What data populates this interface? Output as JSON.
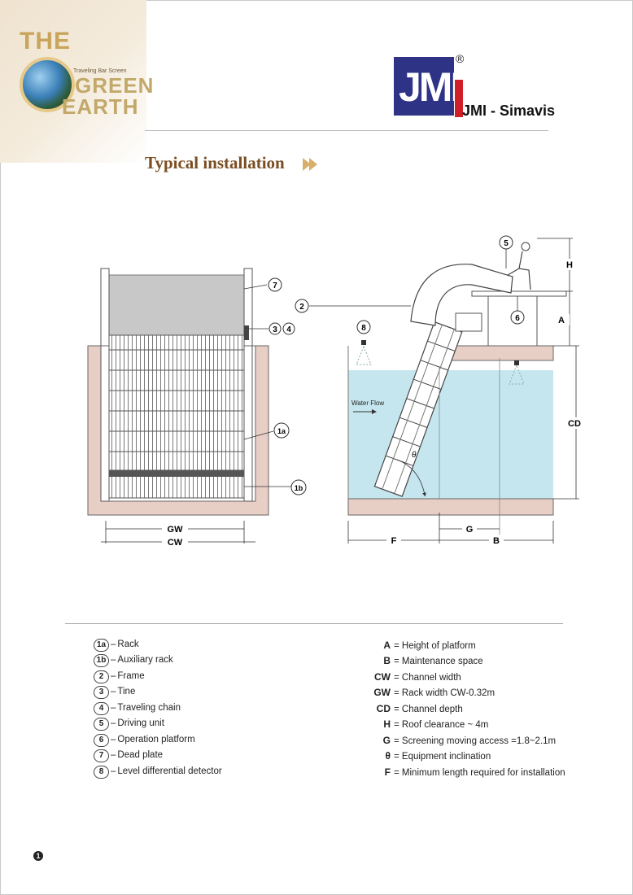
{
  "branding": {
    "the": "THE",
    "green": "GREEN",
    "earth": "EARTH",
    "tagline": "Traveling Bar Screen",
    "logo_letters": "JMI",
    "registered": "®",
    "company": "JMI - Simavis"
  },
  "section_title": "Typical installation",
  "diagram": {
    "callouts": {
      "c7": "7",
      "c2": "2",
      "c3": "3",
      "c4": "4",
      "c1a": "1a",
      "c1b": "1b",
      "c5": "5",
      "c6": "6",
      "c8": "8"
    },
    "dims": {
      "gw": "GW",
      "cw": "CW",
      "f": "F",
      "g": "G",
      "b": "B",
      "h": "H",
      "a": "A",
      "cd": "CD",
      "theta": "θ"
    },
    "water_flow": "Water Flow"
  },
  "legend_parts": [
    {
      "num": "1a",
      "label": "Rack"
    },
    {
      "num": "1b",
      "label": "Auxiliary rack"
    },
    {
      "num": "2",
      "label": "Frame"
    },
    {
      "num": "3",
      "label": "Tine"
    },
    {
      "num": "4",
      "label": "Traveling chain"
    },
    {
      "num": "5",
      "label": "Driving unit"
    },
    {
      "num": "6",
      "label": "Operation platform"
    },
    {
      "num": "7",
      "label": "Dead plate"
    },
    {
      "num": "8",
      "label": "Level differential detector"
    }
  ],
  "legend_symbols": [
    {
      "sym": "A",
      "label": "= Height of platform"
    },
    {
      "sym": "B",
      "label": "= Maintenance space"
    },
    {
      "sym": "CW",
      "label": "= Channel width"
    },
    {
      "sym": "GW",
      "label": "= Rack width CW-0.32m"
    },
    {
      "sym": "CD",
      "label": "= Channel depth"
    },
    {
      "sym": "H",
      "label": "= Roof clearance ~ 4m"
    },
    {
      "sym": "G",
      "label": "= Screening moving access =1.8~2.1m"
    },
    {
      "sym": "θ",
      "label": "= Equipment inclination"
    },
    {
      "sym": "F",
      "label": "= Minimum length required for installation"
    }
  ],
  "page_number": "1",
  "colors": {
    "title_brown": "#7a4e22",
    "logo_blue": "#2e3386",
    "logo_red": "#d11f2a",
    "channel_pink": "#e8cfc5",
    "water_blue": "#c6e6ef"
  }
}
